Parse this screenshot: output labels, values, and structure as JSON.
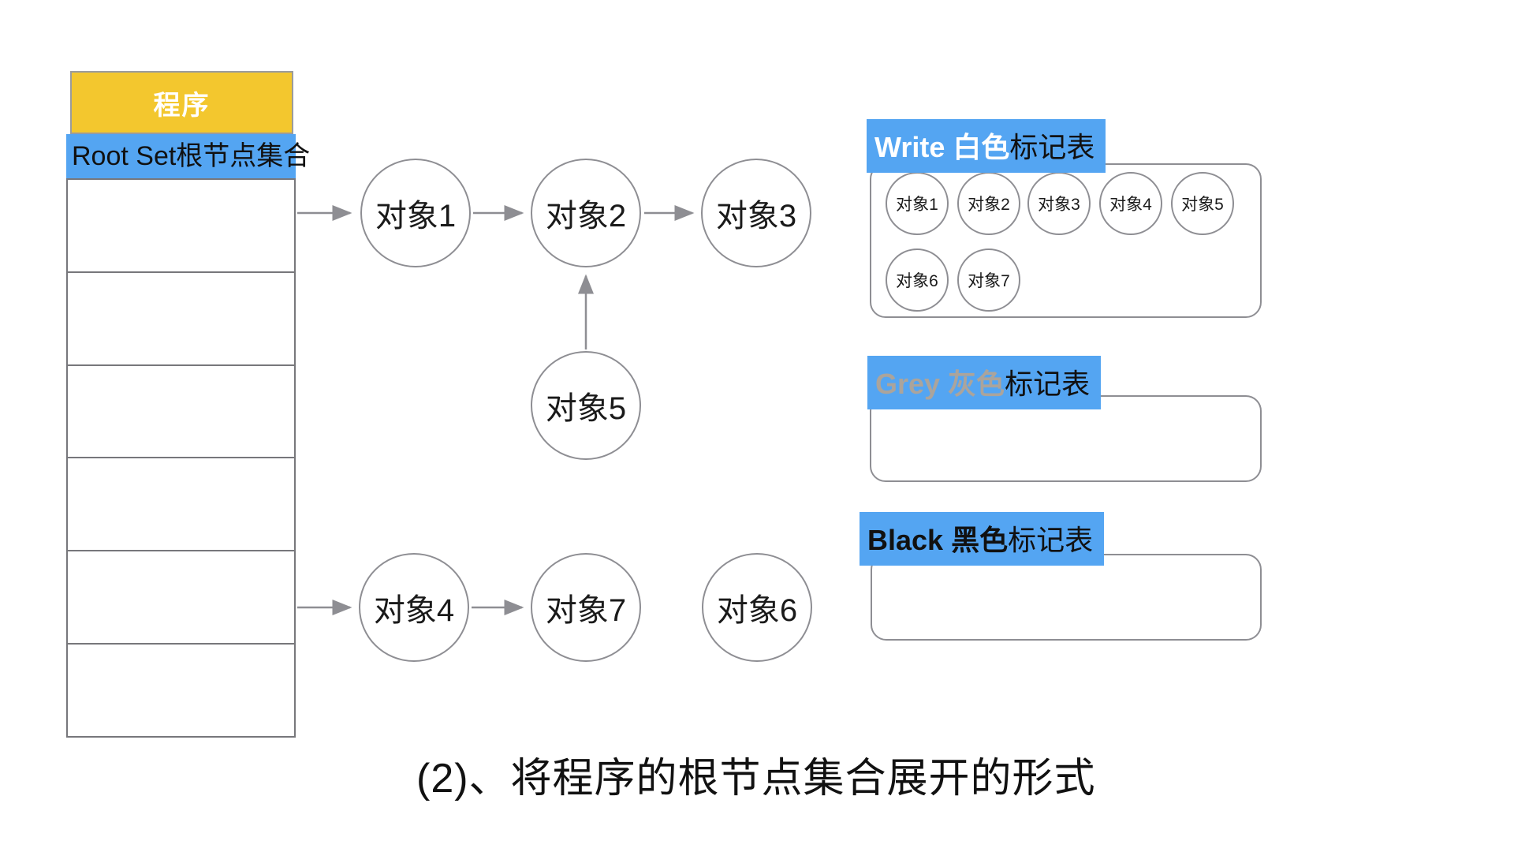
{
  "colors": {
    "highlight_blue": "#54A5F2",
    "header_yellow": "#F3C72E",
    "grey_label_text": "#ABA49C",
    "outline_gray": "#8E8E93",
    "table_line_gray": "#77777B"
  },
  "root_table": {
    "header": "程序",
    "root_row_label": "Root Set根节点集合",
    "empty_row_count": 6
  },
  "graph": {
    "nodes": [
      {
        "id": "obj1",
        "label": "对象1"
      },
      {
        "id": "obj2",
        "label": "对象2"
      },
      {
        "id": "obj3",
        "label": "对象3"
      },
      {
        "id": "obj5",
        "label": "对象5"
      },
      {
        "id": "obj4",
        "label": "对象4"
      },
      {
        "id": "obj7",
        "label": "对象7"
      },
      {
        "id": "obj6",
        "label": "对象6"
      }
    ],
    "edges": [
      {
        "from": "root-set",
        "to": "obj1"
      },
      {
        "from": "obj1",
        "to": "obj2"
      },
      {
        "from": "obj2",
        "to": "obj3"
      },
      {
        "from": "obj5",
        "to": "obj2"
      },
      {
        "from": "root-set",
        "to": "obj4"
      },
      {
        "from": "obj4",
        "to": "obj7"
      }
    ]
  },
  "mark_tables": [
    {
      "id": "white",
      "title_colored": "Write 白色",
      "title_suffix": "标记表",
      "items": [
        "对象1",
        "对象2",
        "对象3",
        "对象4",
        "对象5",
        "对象6",
        "对象7"
      ]
    },
    {
      "id": "grey",
      "title_colored": "Grey 灰色",
      "title_suffix": "标记表",
      "items": []
    },
    {
      "id": "black",
      "title_colored": "Black 黑色",
      "title_suffix": "标记表",
      "items": []
    }
  ],
  "caption": "(2)、将程序的根节点集合展开的形式"
}
